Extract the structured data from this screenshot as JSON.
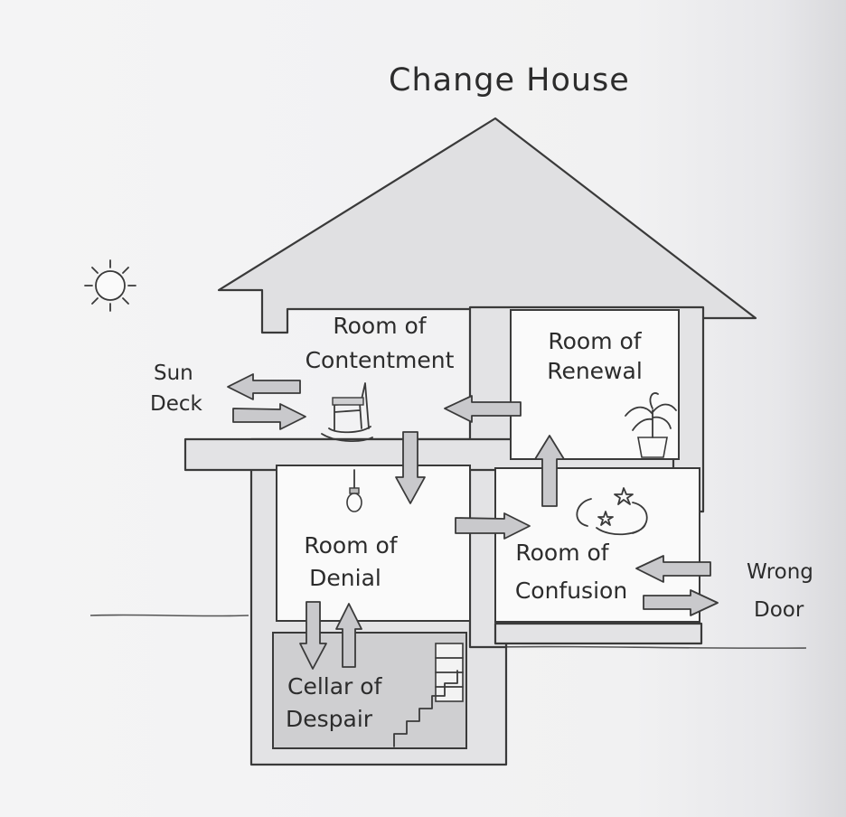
{
  "diagram": {
    "title": "Change House",
    "rooms": {
      "contentment": [
        "Room of",
        "Contentment"
      ],
      "renewal": [
        "Room of",
        "Renewal"
      ],
      "denial": [
        "Room of",
        "Denial"
      ],
      "confusion": [
        "Room of",
        "Confusion"
      ],
      "despair": [
        "Cellar of",
        "Despair"
      ]
    },
    "outside": {
      "sun_deck": [
        "Sun",
        "Deck"
      ],
      "wrong_door": [
        "Wrong",
        "Door"
      ]
    },
    "icons": [
      "sun-icon",
      "rocking-chair-icon",
      "potted-plant-icon",
      "light-bulb-icon",
      "stars-swirl-icon",
      "stairs-icon"
    ],
    "flows": [
      {
        "from": "Room of Contentment",
        "to": "Sun Deck"
      },
      {
        "from": "Sun Deck",
        "to": "Room of Contentment"
      },
      {
        "from": "Room of Renewal",
        "to": "Room of Contentment"
      },
      {
        "from": "Room of Contentment",
        "to": "Room of Denial"
      },
      {
        "from": "Room of Denial",
        "to": "Cellar of Despair"
      },
      {
        "from": "Cellar of Despair",
        "to": "Room of Denial"
      },
      {
        "from": "Room of Denial",
        "to": "Room of Confusion"
      },
      {
        "from": "Room of Confusion",
        "to": "Room of Renewal"
      },
      {
        "from": "Wrong Door",
        "to": "Room of Confusion"
      },
      {
        "from": "Room of Confusion",
        "to": "Wrong Door"
      }
    ]
  }
}
